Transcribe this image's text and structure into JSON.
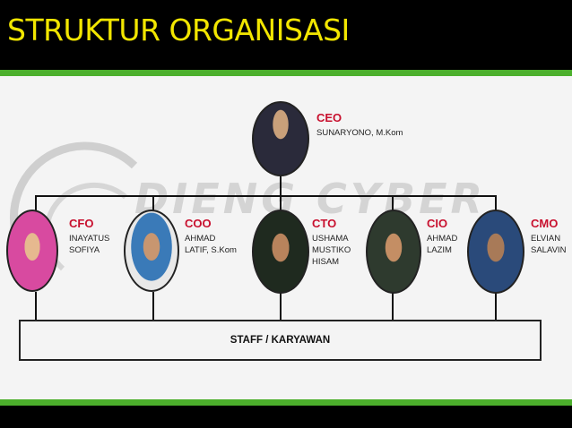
{
  "title": "STRUKTUR ORGANISASI",
  "watermark": "DIENG CYBER",
  "colors": {
    "title": "#f2e600",
    "accent_green": "#4caf2c",
    "role": "#c8102e"
  },
  "ceo": {
    "role": "CEO",
    "name": "SUNARYONO, M.Kom"
  },
  "officers": [
    {
      "role": "CFO",
      "name_lines": [
        "INAYATUS",
        "SOFIYA"
      ]
    },
    {
      "role": "COO",
      "name_lines": [
        "AHMAD",
        "LATIF, S.Kom"
      ]
    },
    {
      "role": "CTO",
      "name_lines": [
        "USHAMA",
        "MUSTIKO",
        "HISAM"
      ]
    },
    {
      "role": "CIO",
      "name_lines": [
        "AHMAD",
        "LAZIM"
      ]
    },
    {
      "role": "CMO",
      "name_lines": [
        "ELVIAN",
        "SALAVIN"
      ]
    }
  ],
  "staff": "STAFF / KARYAWAN"
}
